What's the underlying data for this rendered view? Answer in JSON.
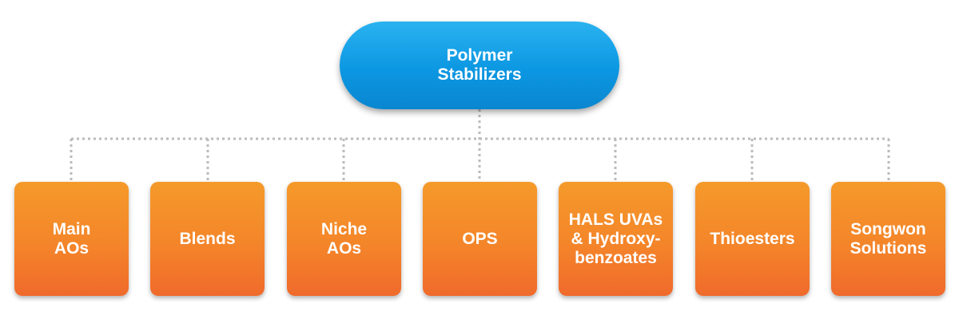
{
  "diagram": {
    "root": {
      "label": "Polymer Stabilizers",
      "color": "#0c97e2"
    },
    "children": [
      {
        "label": "Main AOs"
      },
      {
        "label": "Blends"
      },
      {
        "label": "Niche AOs"
      },
      {
        "label": "OPS"
      },
      {
        "label": "HALS UVAs & Hydroxy-benzoates"
      },
      {
        "label": "Thioesters"
      },
      {
        "label": "Songwon Solutions"
      }
    ],
    "child_color": "#f4852a",
    "connector_color": "#bbbbbb"
  }
}
